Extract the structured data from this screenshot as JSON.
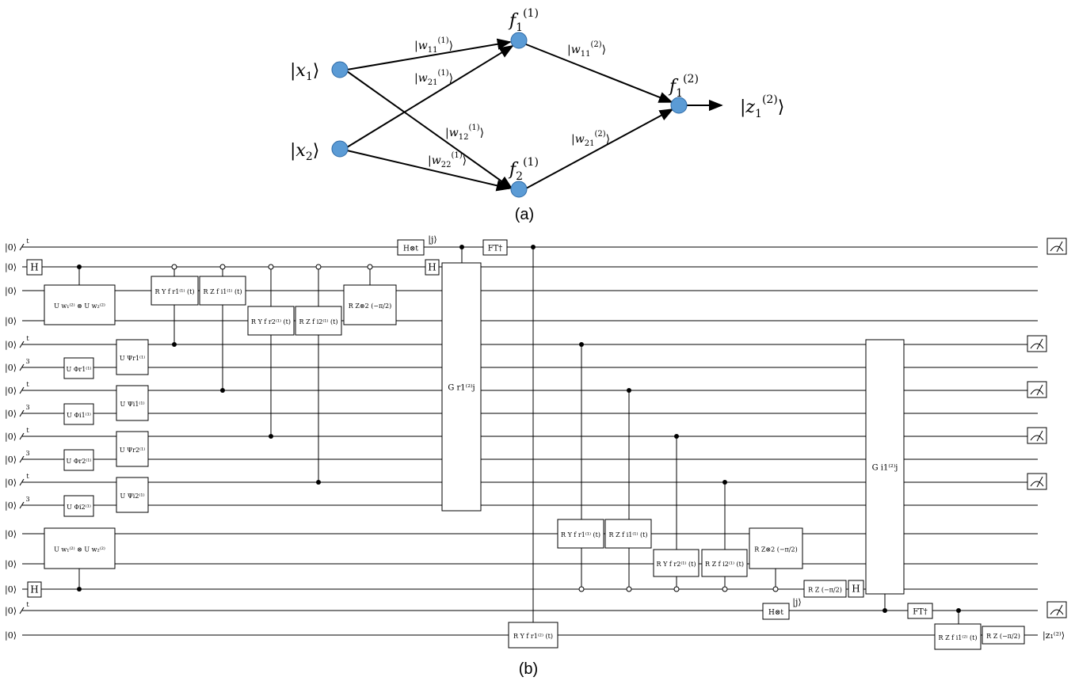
{
  "captions": {
    "a": "(a)",
    "b": "(b)"
  },
  "network": {
    "nodes": [
      {
        "id": "x1",
        "label": "|x₁⟩"
      },
      {
        "id": "x2",
        "label": "|x₂⟩"
      },
      {
        "id": "f11",
        "label": "f₁⁽¹⁾"
      },
      {
        "id": "f21",
        "label": "f₂⁽¹⁾"
      },
      {
        "id": "f12",
        "label": "f₁⁽²⁾"
      }
    ],
    "edges": [
      {
        "from": "x1",
        "to": "f11",
        "label": "|w₁₁⁽¹⁾⟩"
      },
      {
        "from": "x2",
        "to": "f11",
        "label": "|w₂₁⁽¹⁾⟩"
      },
      {
        "from": "x1",
        "to": "f21",
        "label": "|w₁₂⁽¹⁾⟩"
      },
      {
        "from": "x2",
        "to": "f21",
        "label": "|w₂₂⁽¹⁾⟩"
      },
      {
        "from": "f11",
        "to": "f12",
        "label": "|w₁₁⁽²⁾⟩"
      },
      {
        "from": "f21",
        "to": "f12",
        "label": "|w₂₁⁽²⁾⟩"
      }
    ],
    "output_label": "|z₁⁽²⁾⟩",
    "node_color": "#5b9bd5"
  },
  "circuit": {
    "wires": [
      {
        "label": "|0⟩",
        "reg": "t"
      },
      {
        "label": "|0⟩",
        "reg": ""
      },
      {
        "label": "|0⟩",
        "reg": ""
      },
      {
        "label": "|0⟩",
        "reg": ""
      },
      {
        "label": "|0⟩",
        "reg": "t"
      },
      {
        "label": "|0⟩",
        "reg": "3"
      },
      {
        "label": "|0⟩",
        "reg": "t"
      },
      {
        "label": "|0⟩",
        "reg": "3"
      },
      {
        "label": "|0⟩",
        "reg": "t"
      },
      {
        "label": "|0⟩",
        "reg": "3"
      },
      {
        "label": "|0⟩",
        "reg": "t"
      },
      {
        "label": "|0⟩",
        "reg": "3"
      },
      {
        "label": "|0⟩",
        "reg": ""
      },
      {
        "label": "|0⟩",
        "reg": ""
      },
      {
        "label": "|0⟩",
        "reg": ""
      },
      {
        "label": "|0⟩",
        "reg": "t"
      },
      {
        "label": "|0⟩",
        "reg": ""
      }
    ],
    "gate_labels": {
      "H": "H",
      "Hsup": "H⊗t",
      "ket_j": "|j⟩",
      "ft": "FT†",
      "uw": "U w₁⁽²⁾ ⊗ U w₂⁽²⁾",
      "uphi_r1": "U Φr1⁽¹⁾",
      "uphi_i1": "U Φi1⁽¹⁾",
      "uphi_r2": "U Φr2⁽¹⁾",
      "uphi_i2": "U Φi2⁽¹⁾",
      "upsi_r1": "U Ψr1⁽¹⁾",
      "upsi_i1": "U Ψi1⁽¹⁾",
      "upsi_r2": "U Ψr2⁽¹⁾",
      "upsi_i2": "U Ψi2⁽¹⁾",
      "ry_r1": "R Y f r1⁽¹⁾ (t)",
      "rz_i1": "R Z f i1⁽¹⁾ (t)",
      "ry_r2": "R Y f r2⁽¹⁾ (t)",
      "rz_i2": "R Z f i2⁽¹⁾ (t)",
      "rz2": "R Z⊗2 (−π/2)",
      "g_r1": "G r1⁽²⁾j",
      "g_i1": "G i1⁽²⁾j",
      "ry_r1_2": "R Y f r1⁽²⁾ (t)",
      "rz_i1_2": "R Z f i1⁽²⁾ (t)",
      "rz_pi2": "R Z (−π/2)",
      "out": "|z₁⁽²⁾⟩"
    }
  }
}
